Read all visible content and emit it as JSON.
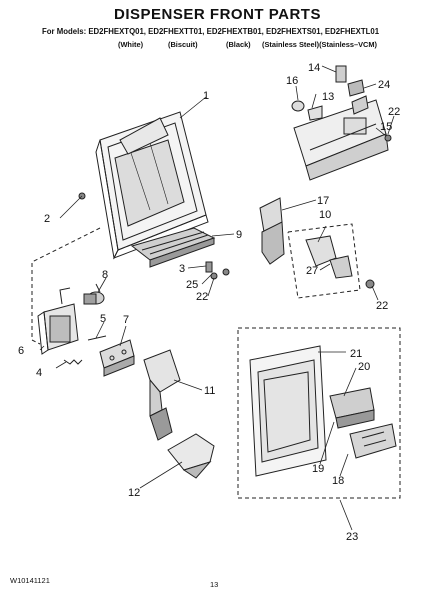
{
  "title": "DISPENSER FRONT PARTS",
  "models_line": "For Models: ED2FHEXTQ01, ED2FHEXTT01, ED2FHEXTB01, ED2FHEXTS01, ED2FHEXTL01",
  "colors": [
    "(White)",
    "(Biscuit)",
    "(Black)",
    "(Stainless Steel)(Stainless–VCM)"
  ],
  "callouts": [
    "1",
    "2",
    "3",
    "4",
    "5",
    "6",
    "7",
    "8",
    "9",
    "10",
    "11",
    "12",
    "13",
    "14",
    "15",
    "16",
    "17",
    "18",
    "19",
    "20",
    "21",
    "22",
    "22",
    "22",
    "22",
    "23",
    "24",
    "25",
    "27"
  ],
  "footer_code": "W10141121",
  "page_number": "13"
}
